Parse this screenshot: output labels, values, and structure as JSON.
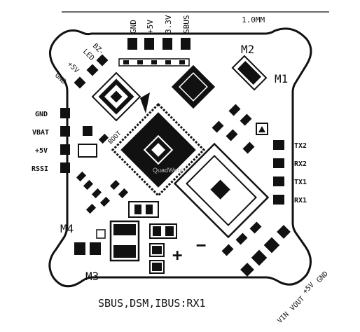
{
  "dimension": "1.0MM",
  "top_pins": [
    "GND",
    "+5V",
    "3.3V",
    "SBUS"
  ],
  "left_pins": [
    "GND",
    "VBAT",
    "+5V",
    "RSSI"
  ],
  "right_pins": [
    "TX2",
    "RX2",
    "TX1",
    "RX1"
  ],
  "diag_pins_top_left": [
    "BZ-",
    "LED",
    "+5V",
    "GND"
  ],
  "diag_pins_bottom_right": [
    "GND",
    "+5V",
    "VOUT",
    "VIN"
  ],
  "motors": {
    "m1": "M1",
    "m2": "M2",
    "m3": "M3",
    "m4": "M4"
  },
  "boot_label": "BOOT",
  "plus_sign": "+",
  "minus_sign": "−",
  "watermark": "QuadWebby",
  "caption": "SBUS,DSM,IBUS:RX1"
}
